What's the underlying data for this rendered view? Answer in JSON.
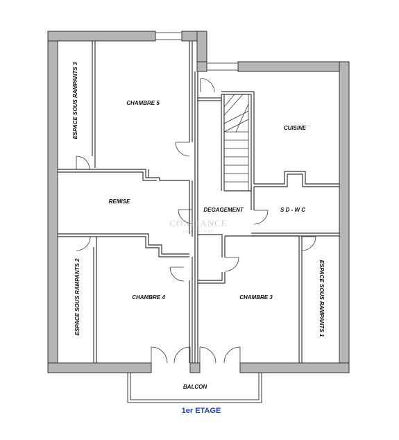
{
  "plan": {
    "title": "1er ETAGE",
    "title_color": "#1a3fbf",
    "wall_color": "#b5b5b5",
    "wall_outline": "#333333",
    "watermark": {
      "brand": "CONFIANCE",
      "sub": "IMMOBILIERE"
    },
    "rooms": {
      "chambre5": "CHAMBRE 5",
      "cuisine": "CUISINE",
      "remise": "REMISE",
      "degagement": "DEGAGEMENT",
      "sdwc": "S D - W C",
      "chambre4": "CHAMBRE 4",
      "chambre3": "CHAMBRE 3",
      "espace3": "ESPACE SOUS RAMPANTS 3",
      "espace2": "ESPACE SOUS RAMPANTS 2",
      "espace1": "ESPACE SOUS RAMPANTS 1",
      "balcon": "BALCON"
    }
  }
}
